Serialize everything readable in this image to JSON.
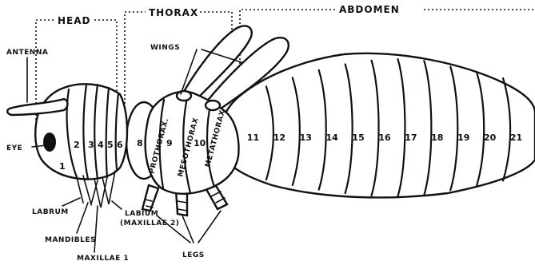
{
  "regions": {
    "head": "HEAD",
    "thorax": "THORAX",
    "abdomen": "ABDOMEN"
  },
  "labels": {
    "antenna": "ANTENNA",
    "wings": "WINGS",
    "eye": "EYE",
    "labrum": "LABRUM",
    "mandibles": "MANDIBLES",
    "maxillae1": "MAXILLAE 1",
    "labium_line1": "LABIUM",
    "labium_line2": "(MAXILLAE 2)",
    "legs": "LEGS"
  },
  "head_segments": [
    "1",
    "2",
    "3",
    "4",
    "5",
    "6"
  ],
  "thorax_segments": [
    {
      "number": "8",
      "name": "PROTHORAX."
    },
    {
      "number": "9",
      "name": "MESOTHORAX"
    },
    {
      "number": "10",
      "name": "METATHORAX"
    }
  ],
  "abdomen_segments": [
    "11",
    "12",
    "13",
    "14",
    "15",
    "16",
    "17",
    "18",
    "19",
    "20",
    "21"
  ]
}
